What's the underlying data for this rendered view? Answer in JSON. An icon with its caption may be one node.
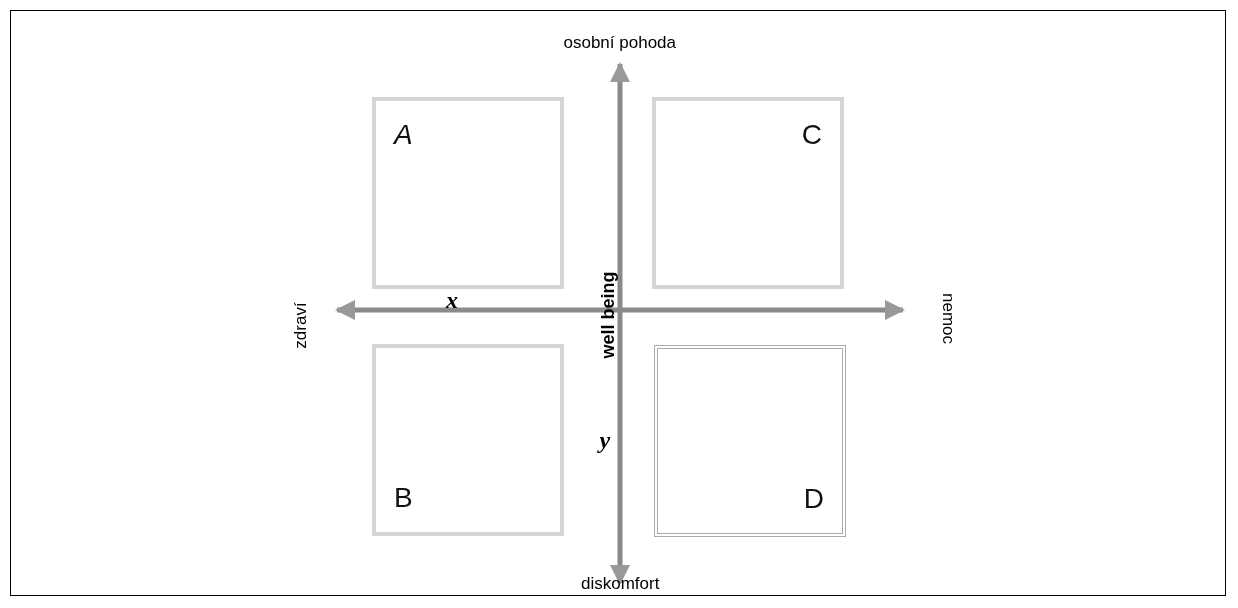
{
  "diagram": {
    "nodes": [
      {
        "text": [
          "A"
        ]
      },
      {
        "text": [
          "C"
        ]
      },
      {
        "text": [
          "B"
        ]
      },
      {
        "text": [
          "D"
        ]
      }
    ],
    "labels": [
      "osobní pohoda",
      "well being",
      "zdraví",
      "x",
      "nemoc",
      "y",
      "diskomfort"
    ]
  }
}
